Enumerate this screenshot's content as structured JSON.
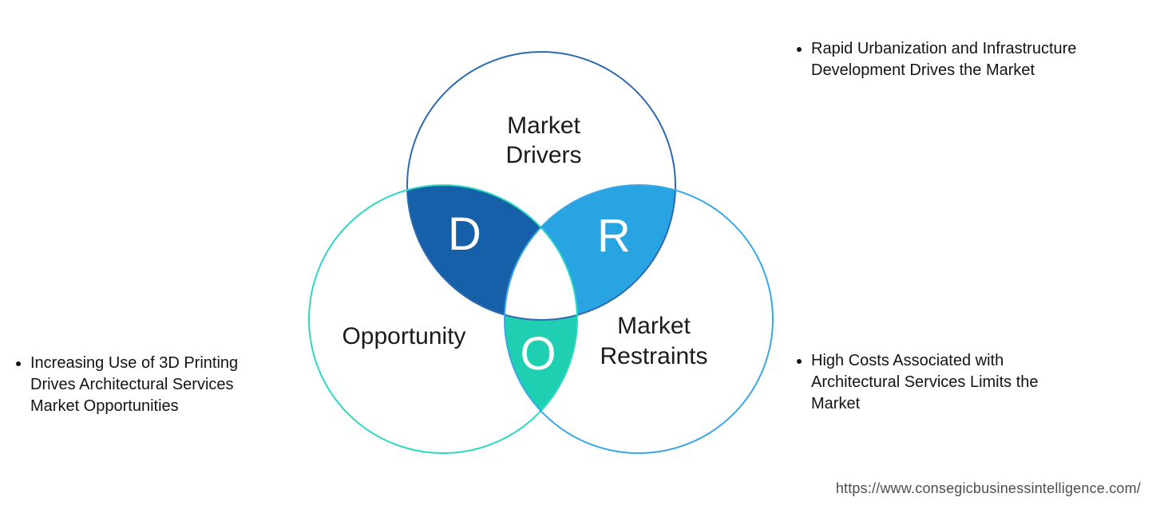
{
  "diagram": {
    "circles": {
      "drivers": {
        "label_line1": "Market",
        "label_line2": "Drivers",
        "outline_color": "#2c6ab1"
      },
      "opportunity": {
        "label": "Opportunity",
        "outline_color": "#2dd8c3"
      },
      "restraints": {
        "label_line1": "Market",
        "label_line2": "Restraints",
        "outline_color": "#39a7e5"
      }
    },
    "intersections": {
      "d": {
        "letter": "D",
        "fill_color": "#1560a8"
      },
      "r": {
        "letter": "R",
        "fill_color": "#29a4e2"
      },
      "o": {
        "letter": "O",
        "fill_color": "#1ecfb2"
      }
    }
  },
  "annotations": {
    "top_right": {
      "text": "Rapid Urbanization and Infrastructure Development Drives the Market"
    },
    "left": {
      "text": "Increasing Use of 3D Printing Drives Architectural Services Market Opportunities"
    },
    "bottom_right": {
      "text": "High Costs Associated with Architectural Services Limits the Market"
    }
  },
  "footer": {
    "source_url": "https://www.consegicbusinessintelligence.com/"
  }
}
